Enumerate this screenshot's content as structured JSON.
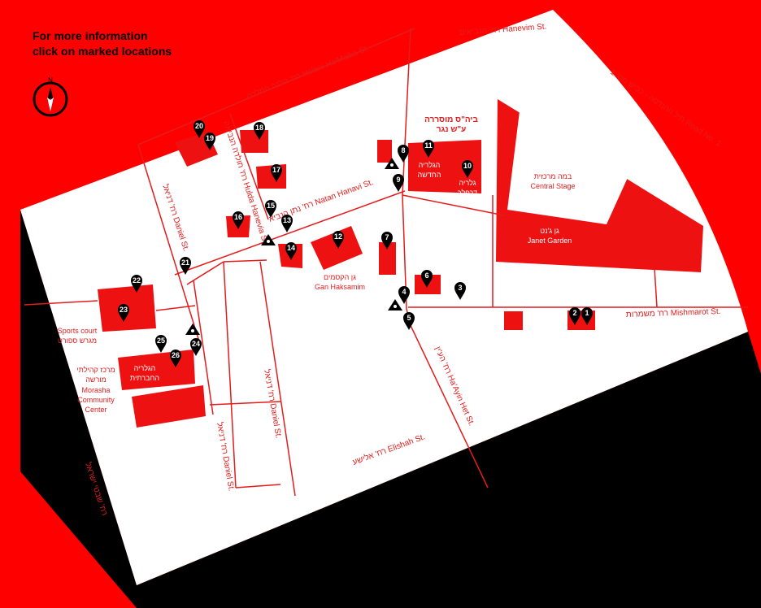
{
  "info": {
    "line1": "For more information",
    "line2": "click on marked locations"
  },
  "compass": {
    "letter": "N",
    "icon": "compass-icon"
  },
  "streets": {
    "helena": "רח' הלנה המלכה Heleni Ha'Malka St.",
    "hanevim": "רח' הנביאים Hanevim St.",
    "road1": "חיל ההנדסה - כביש מס' 1 Road No. 1",
    "natan": "רח' נתן הנביא Natan Hanavi St.",
    "hulda": "רח' חולדה הנביאה Hulda Hanevia St.",
    "daniel1": "רח' דניאל Daniel St.",
    "daniel2": "רח' דניאל Daniel St.",
    "daniel3": "רח' דניאל Daniel St.",
    "mishmarot": "רח' משמרות Mishmarot St.",
    "hayin": "רח' הע'ין Ha'Ayin Het St.",
    "elisha": "רח' אלישע Elishah St.",
    "shivtei": "רח' שבטי ישראל"
  },
  "places": {
    "musrara_he_1": "ביה\"ס מוסררה",
    "musrara_he_2": "ע\"ש נגר",
    "newgallery_he_1": "הגלריה",
    "newgallery_he_2": "החדשה",
    "gallery_he_1": "גלריה",
    "gallery_he_2": "דרפלר",
    "stage_he": "במה מרכזית",
    "stage_en": "Central Stage",
    "janet_he": "גן ג'נט",
    "janet_en": "Janet Garden",
    "haksamim_he": "גן הקסמים",
    "haksamim_en": "Gan Haksamim",
    "sports_en": "Sports court",
    "sports_he": "מגרש ספורט",
    "communitygallery_he_1": "הגלריה",
    "communitygallery_he_2": "החברתית",
    "morasha_he_1": "מרכז קהילתי",
    "morasha_he_2": "מורשה",
    "morasha_en_1": "Morasha",
    "morasha_en_2": "Community",
    "morasha_en_3": "Center"
  },
  "markers": [
    "1",
    "2",
    "3",
    "4",
    "5",
    "6",
    "7",
    "8",
    "9",
    "10",
    "11",
    "12",
    "13",
    "14",
    "15",
    "16",
    "17",
    "18",
    "19",
    "20",
    "21",
    "22",
    "23",
    "24",
    "25",
    "26"
  ],
  "colors": {
    "background": "#ff0000",
    "building": "#ee1111",
    "street": "#e31c1c",
    "map": "#ffffff",
    "pin": "#000000"
  }
}
